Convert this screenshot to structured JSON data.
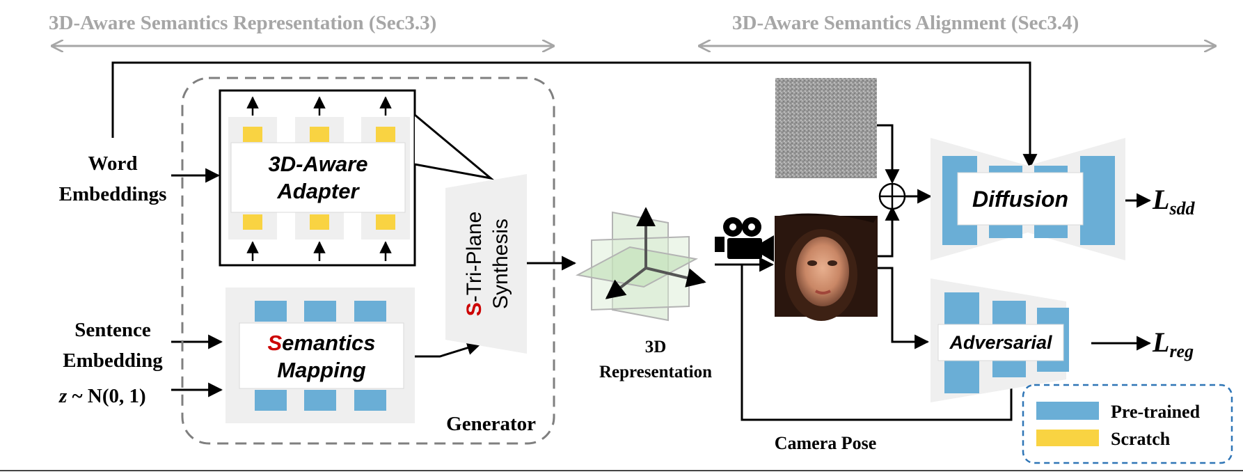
{
  "header": {
    "left_section": "3D-Aware Semantics Representation (Sec3.3)",
    "right_section": "3D-Aware Semantics Alignment (Sec3.4)"
  },
  "inputs": {
    "word_embeddings_line1": "Word",
    "word_embeddings_line2": "Embeddings",
    "sentence_embedding_line1": "Sentence",
    "sentence_embedding_line2": "Embedding",
    "noise_prefix": "z",
    "noise_suffix": " ~ N(0, 1)"
  },
  "generator": {
    "label": "Generator",
    "adapter_line1": "3D-Aware",
    "adapter_line2": "Adapter",
    "mapping_highlight": "S",
    "mapping_rest": "emantics",
    "mapping_line2": "Mapping",
    "triplane_highlight": "S",
    "triplane_rest": "-Tri-Plane",
    "triplane_line2": "Synthesis"
  },
  "representation": {
    "line1": "3D",
    "line2": "Representation"
  },
  "alignment": {
    "diffusion": "Diffusion",
    "adversarial": "Adversarial",
    "camera_pose": "Camera Pose",
    "loss_sdd_main": "L",
    "loss_sdd_sub": "sdd",
    "loss_reg_main": "L",
    "loss_reg_sub": "reg"
  },
  "legend": {
    "pretrained": "Pre-trained",
    "scratch": "Scratch"
  },
  "colors": {
    "pretrained": "#6aaed6",
    "scratch": "#f9d342",
    "highlight_red": "#cc0000",
    "section_gray": "#a6a6a6",
    "legend_border": "#2e75b6",
    "panel_bg": "#efefef"
  }
}
